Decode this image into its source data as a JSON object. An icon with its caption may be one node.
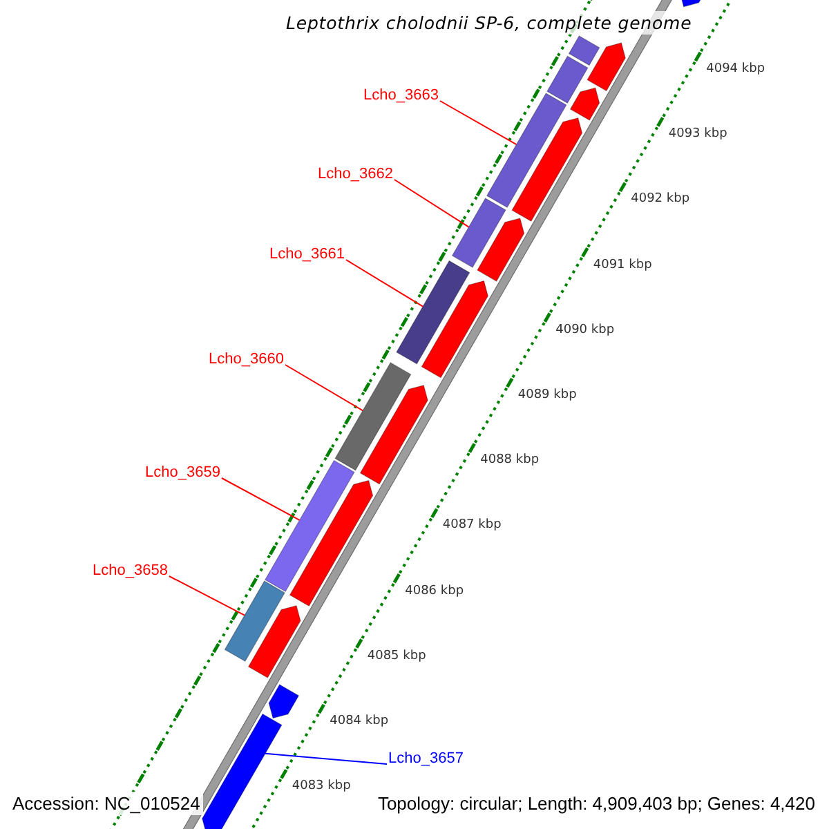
{
  "diagram": {
    "title": "Leptothrix cholodnii SP-6, complete genome",
    "nodes": [
      {
        "text": [
          "Lcho_3663"
        ]
      },
      {
        "text": [],
        "shape": "bar"
      },
      {
        "text": [
          "Lcho_3662"
        ]
      },
      {
        "text": [],
        "shape": "bar"
      },
      {
        "text": [
          "Lcho_3661"
        ]
      },
      {
        "text": [],
        "shape": "bar"
      },
      {
        "text": [
          "Lcho_3660"
        ]
      },
      {
        "text": [],
        "shape": "bar"
      },
      {
        "text": [
          "Lcho_3659"
        ]
      },
      {
        "text": [],
        "shape": "bar"
      },
      {
        "text": [
          "Lcho_3658"
        ]
      },
      {
        "text": [],
        "shape": "bar"
      },
      {
        "text": [
          "Lcho_3657"
        ]
      },
      {
        "text": [],
        "shape": "arrow"
      },
      {
        "text": [],
        "shape": "bar"
      },
      {
        "text": [],
        "shape": "arrow"
      },
      {
        "text": [],
        "shape": "arrow"
      },
      {
        "text": [],
        "shape": "bar"
      },
      {
        "text": [],
        "shape": "arrow"
      },
      {
        "text": [],
        "shape": "arrow"
      },
      {
        "text": [],
        "shape": "arrow"
      },
      {
        "text": [],
        "shape": "arrow"
      },
      {
        "text": [],
        "shape": "arrow"
      },
      {
        "text": [],
        "shape": "arrow"
      },
      {
        "text": [],
        "shape": "arrow"
      },
      {
        "text": [],
        "shape": "arrow"
      }
    ],
    "edges": [
      {
        "from": 0,
        "to": 1,
        "arrow": "none"
      },
      {
        "from": 2,
        "to": 3,
        "arrow": "none"
      },
      {
        "from": 4,
        "to": 5,
        "arrow": "none"
      },
      {
        "from": 6,
        "to": 7,
        "arrow": "none"
      },
      {
        "from": 8,
        "to": 9,
        "arrow": "none"
      },
      {
        "from": 10,
        "to": 11,
        "arrow": "none"
      },
      {
        "from": 12,
        "to": 13,
        "arrow": "none",
        "color": "#0000ff"
      }
    ],
    "labels": [
      "4094 kbp",
      "4093 kbp",
      "4092 kbp",
      "4091 kbp",
      "4090 kbp",
      "4089 kbp",
      "4088 kbp",
      "4087 kbp",
      "4086 kbp",
      "4085 kbp",
      "4084 kbp",
      "4083 kbp",
      "Accession: NC_010524",
      "Topology: circular; Length: 4,909,403 bp; Genes: 4,420"
    ]
  }
}
